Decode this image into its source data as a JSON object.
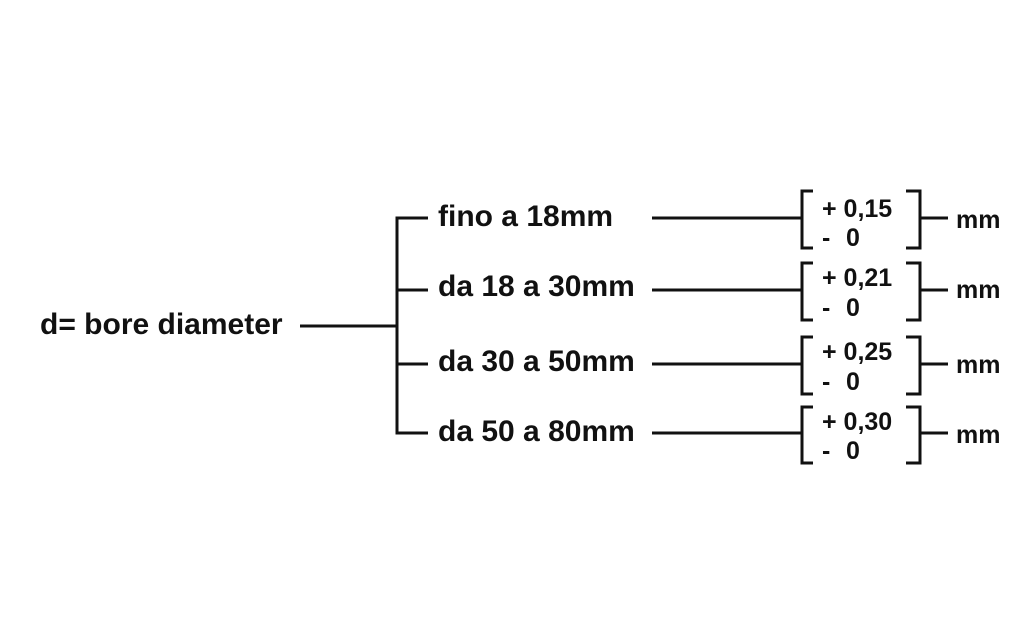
{
  "main_label": "d= bore diameter",
  "rows": [
    {
      "range": "fino a 18mm",
      "upper": "+ 0,15",
      "lower_sign": "-",
      "lower": "0",
      "unit": "mm"
    },
    {
      "range": "da 18 a 30mm",
      "upper": "+ 0,21",
      "lower_sign": "-",
      "lower": "0",
      "unit": "mm"
    },
    {
      "range": "da 30 a 50mm",
      "upper": "+ 0,25",
      "lower_sign": "-",
      "lower": "0",
      "unit": "mm"
    },
    {
      "range": "da 50 a 80mm",
      "upper": "+ 0,30",
      "lower_sign": "-",
      "lower": "0",
      "unit": "mm"
    }
  ]
}
